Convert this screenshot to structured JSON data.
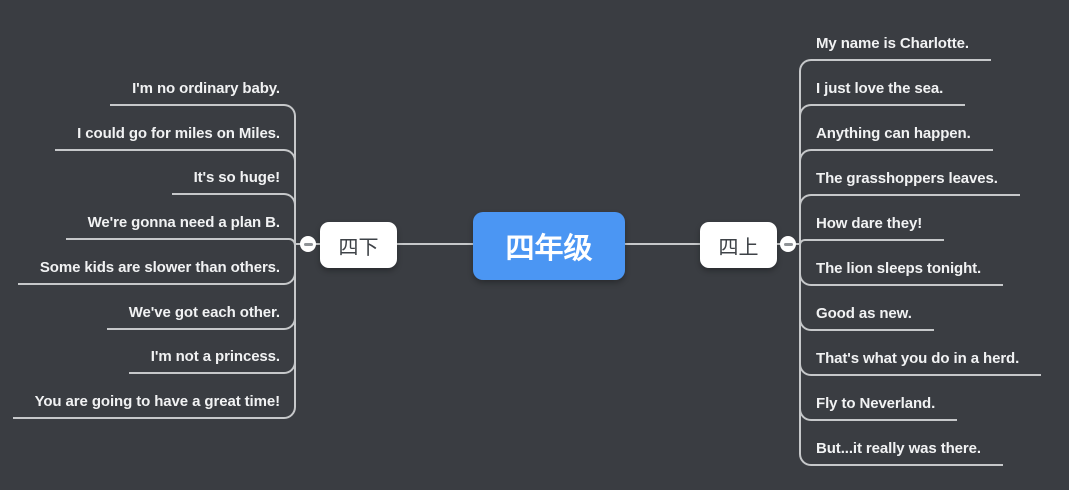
{
  "canvas": {
    "background_color": "#3a3d42",
    "line_color": "#c6c8ca"
  },
  "root": {
    "label": "四年级",
    "fill_color": "#4b96f3",
    "text_color": "#ffffff"
  },
  "branches": {
    "left": {
      "label": "四下",
      "collapse_icon": "minus-icon",
      "items": [
        "I'm no ordinary baby.",
        "I could go for miles on Miles.",
        "It's so huge!",
        "We're gonna need a plan B.",
        "Some kids are slower than others.",
        "We've got each other.",
        "I'm not a princess.",
        "You are going to have a great time!"
      ]
    },
    "right": {
      "label": "四上",
      "collapse_icon": "minus-icon",
      "items": [
        "My name is Charlotte.",
        "I just love the sea.",
        "Anything can happen.",
        "The grasshoppers leaves.",
        "How dare they!",
        "The lion sleeps tonight.",
        "Good as new.",
        "That's what you do in a herd.",
        "Fly to Neverland.",
        "But...it really was there."
      ]
    }
  }
}
